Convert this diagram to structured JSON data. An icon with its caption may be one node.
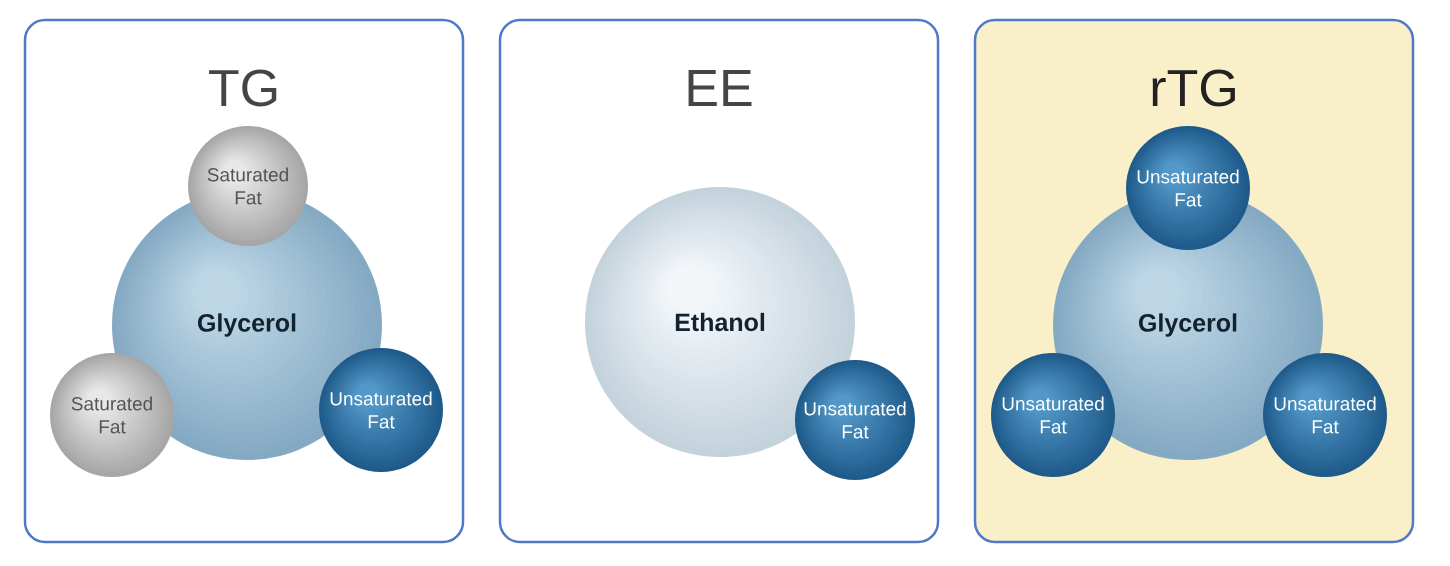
{
  "diagram": {
    "nodes": [
      {
        "text": [
          "TG"
        ]
      },
      {
        "text": [
          "Glycerol"
        ],
        "in": 0
      },
      {
        "text": [
          "Saturated Fat"
        ],
        "in": 0
      },
      {
        "text": [
          "Saturated Fat"
        ],
        "in": 0
      },
      {
        "text": [
          "Unsaturated Fat"
        ],
        "in": 0
      },
      {
        "text": [
          "EE"
        ]
      },
      {
        "text": [
          "Ethanol"
        ],
        "in": 5
      },
      {
        "text": [
          "Unsaturated Fat"
        ],
        "in": 5
      },
      {
        "text": [
          "rTG"
        ]
      },
      {
        "text": [
          "Glycerol"
        ],
        "in": 8
      },
      {
        "text": [
          "Unsaturated Fat"
        ],
        "in": 8
      },
      {
        "text": [
          "Unsaturated Fat"
        ],
        "in": 8
      },
      {
        "text": [
          "Unsaturated Fat"
        ],
        "in": 8
      }
    ]
  }
}
